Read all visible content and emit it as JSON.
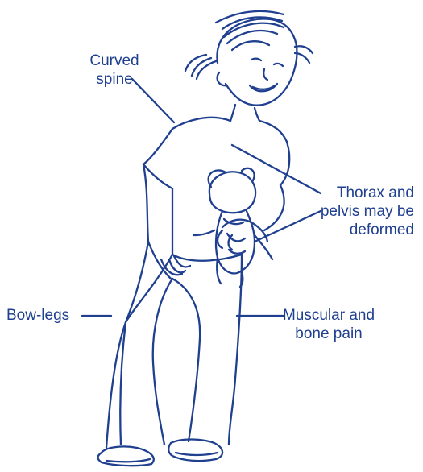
{
  "colors": {
    "ink": "#1f3f8f",
    "background": "#ffffff"
  },
  "labels": {
    "curved_spine": [
      "Curved",
      "spine"
    ],
    "thorax_pelvis": [
      "Thorax and",
      "pelvis may be",
      "deformed"
    ],
    "bow_legs": [
      "Bow-legs"
    ],
    "muscular_pain": [
      "Muscular and",
      "bone pain"
    ]
  }
}
